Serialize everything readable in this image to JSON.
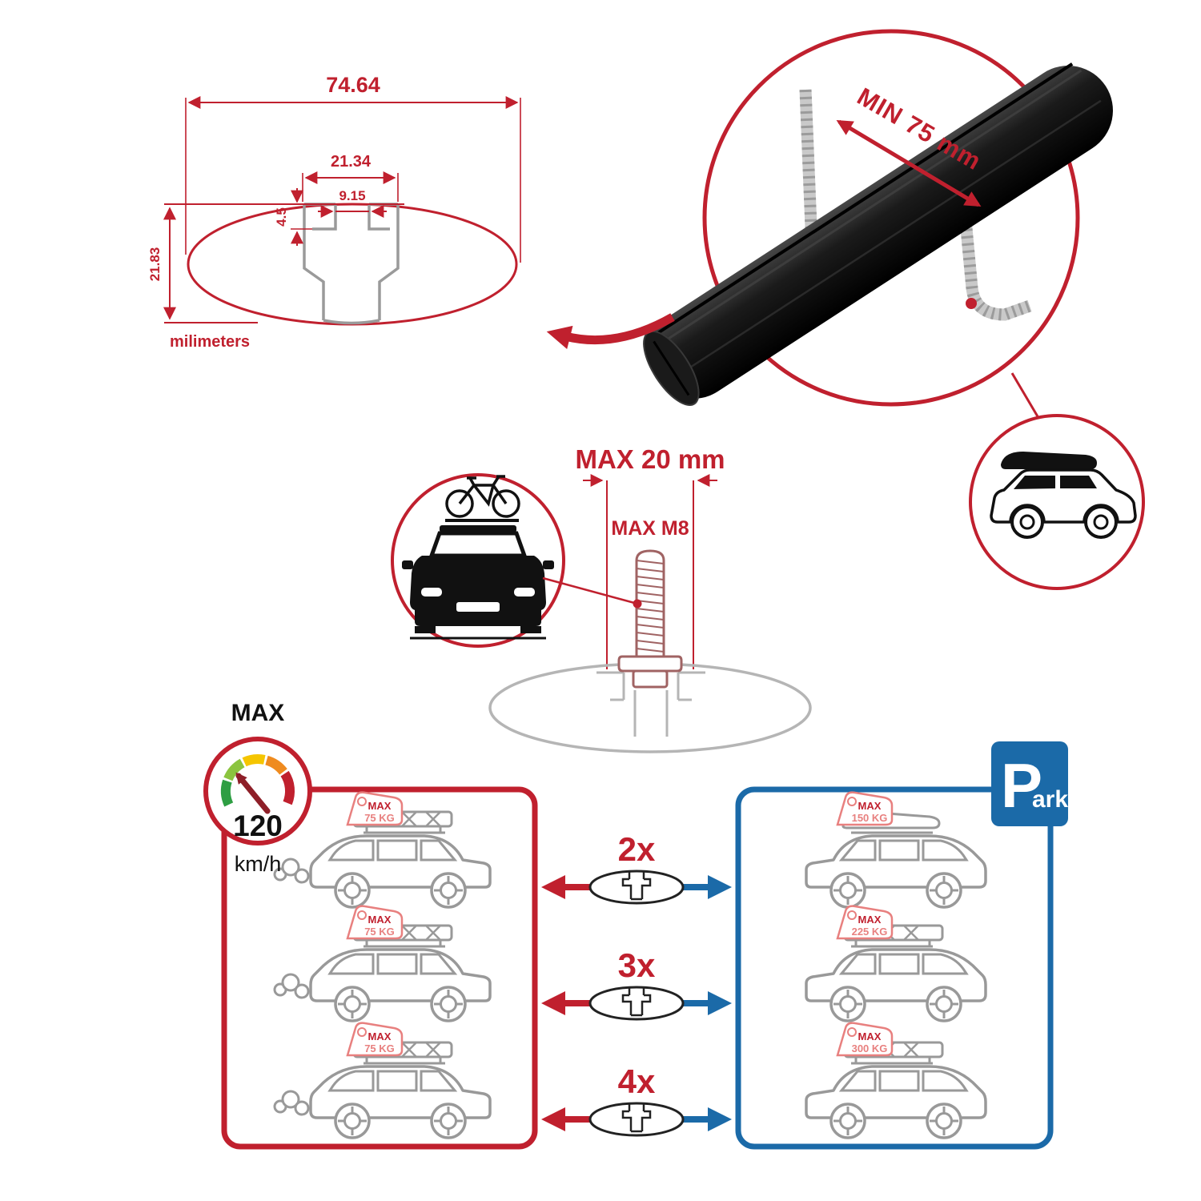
{
  "colors": {
    "accent_red": "#c0202e",
    "accent_blue": "#1b6aa8",
    "profile_gray": "#9a9a9a",
    "bar_black": "#111111",
    "tag_red": "#e8807f"
  },
  "dimension_diagram": {
    "total_width": "74.64",
    "slot_outer_width": "21.34",
    "slot_inner_width": "9.15",
    "lip_depth": "4.5",
    "bar_height": "21.83",
    "unit_label": "milimeters"
  },
  "bar_callout": {
    "min_span": "MIN 75 mm"
  },
  "bolt_callout": {
    "max_width": "MAX 20 mm",
    "max_thread": "MAX M8"
  },
  "speed_gauge": {
    "title": "MAX",
    "value": "120",
    "unit": "km/h"
  },
  "park_sign": {
    "initial": "P",
    "rest": "ark"
  },
  "left_panel": {
    "cars": [
      {
        "tag_title": "MAX",
        "tag_value": "75 KG"
      },
      {
        "tag_title": "MAX",
        "tag_value": "75 KG"
      },
      {
        "tag_title": "MAX",
        "tag_value": "75 KG"
      }
    ]
  },
  "right_panel": {
    "cars": [
      {
        "tag_title": "MAX",
        "tag_value": "150 KG"
      },
      {
        "tag_title": "MAX",
        "tag_value": "225 KG"
      },
      {
        "tag_title": "MAX",
        "tag_value": "300 KG"
      }
    ]
  },
  "multipliers": [
    {
      "label": "2x"
    },
    {
      "label": "3x"
    },
    {
      "label": "4x"
    }
  ]
}
